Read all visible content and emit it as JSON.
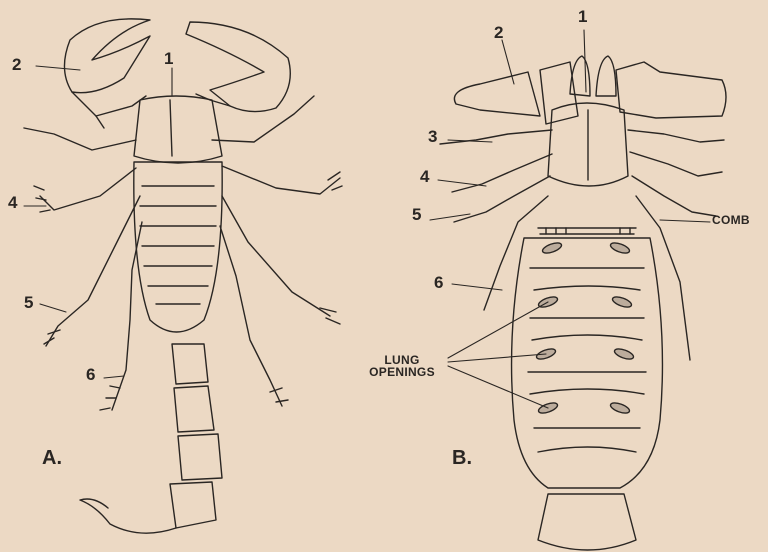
{
  "diagram": {
    "panels": {
      "a": "A.",
      "b": "B."
    },
    "figure_a": {
      "labels": [
        "1",
        "2",
        "4",
        "5",
        "6"
      ]
    },
    "figure_b": {
      "labels": [
        "1",
        "2",
        "3",
        "4",
        "5",
        "6"
      ],
      "comb": "COMB",
      "lung_line1": "LUNG",
      "lung_line2": "OPENINGS"
    },
    "colors": {
      "paper": "#ecd9c4",
      "ink": "#2a2623"
    }
  }
}
